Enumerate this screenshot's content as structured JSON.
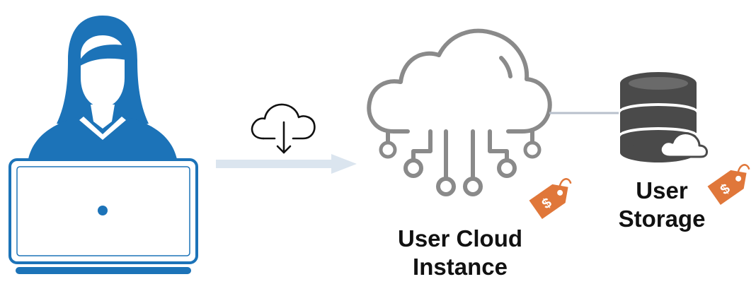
{
  "labels": {
    "instance_line1": "User Cloud",
    "instance_line2": "Instance",
    "storage_line1": "User",
    "storage_line2": "Storage"
  },
  "colors": {
    "user_blue": "#1c73b8",
    "cloud_gray": "#8a8a8a",
    "database_gray": "#4a4a4a",
    "arrow_light": "#dbe5ef",
    "tag_orange": "#e0773a",
    "connector_gray": "#b8c0cc"
  },
  "icons": {
    "user": "user-icon",
    "laptop": "laptop-icon",
    "download": "cloud-download-icon",
    "cloud_instance": "cloud-network-icon",
    "database": "database-cloud-icon",
    "price_tag": "price-tag-icon"
  }
}
